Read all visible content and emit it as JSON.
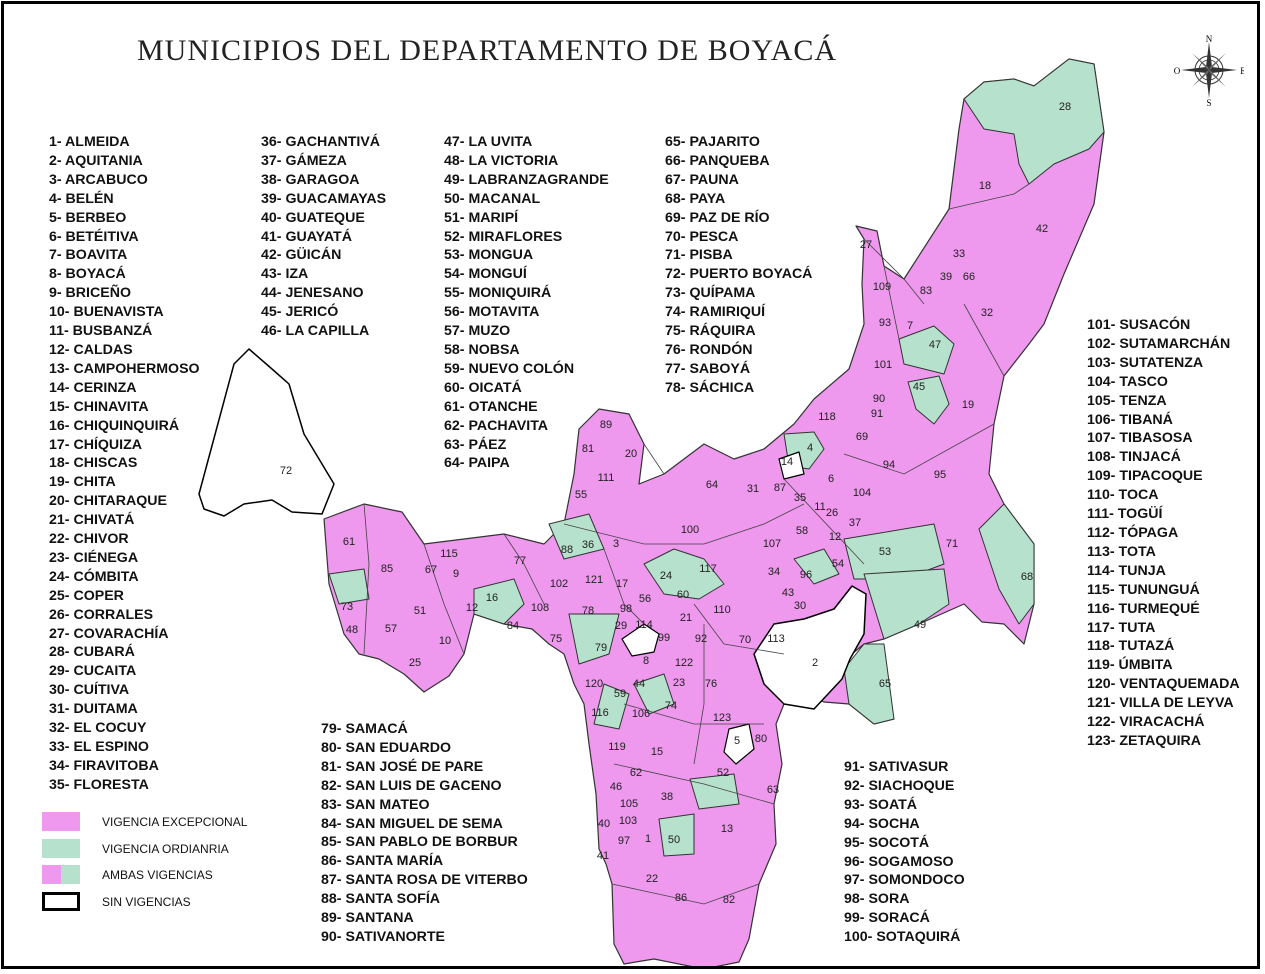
{
  "title": "MUNICIPIOS DEL DEPARTAMENTO DE BOYACÁ",
  "compass": {
    "n": "N",
    "s": "S",
    "e": "E",
    "o": "O"
  },
  "colors": {
    "excepcional": "#ee98ee",
    "ordinaria": "#b6e1cc",
    "sin": "#ffffff",
    "border": "#000000"
  },
  "municipios": {
    "col1": [
      "1- ALMEIDA",
      "2- AQUITANIA",
      "3- ARCABUCO",
      "4- BELÉN",
      "5- BERBEO",
      "6- BETÉITIVA",
      "7- BOAVITA",
      "8- BOYACÁ",
      "9- BRICEÑO",
      "10- BUENAVISTA",
      "11- BUSBANZÁ",
      "12- CALDAS",
      "13- CAMPOHERMOSO",
      "14- CERINZA",
      "15- CHINAVITA",
      "16- CHIQUINQUIRÁ",
      "17- CHÍQUIZA",
      "18- CHISCAS",
      "19- CHITA",
      "20- CHITARAQUE",
      "21- CHIVATÁ",
      "22- CHIVOR",
      "23- CIÉNEGA",
      "24- CÓMBITA",
      "25- COPER",
      "26- CORRALES",
      "27- COVARACHÍA",
      "28- CUBARÁ",
      "29- CUCAITA",
      "30- CUÍTIVA",
      "31- DUITAMA",
      "32- EL COCUY",
      "33- EL ESPINO",
      "34- FIRAVITOBA",
      "35- FLORESTA"
    ],
    "col2": [
      "36- GACHANTIVÁ",
      "37- GÁMEZA",
      "38- GARAGOA",
      "39- GUACAMAYAS",
      "40- GUATEQUE",
      "41- GUAYATÁ",
      "42- GÜICÁN",
      "43- IZA",
      "44- JENESANO",
      "45- JERICÓ",
      "46- LA CAPILLA"
    ],
    "col3": [
      "47- LA UVITA",
      "48- LA VICTORIA",
      "49- LABRANZAGRANDE",
      "50- MACANAL",
      "51- MARIPÍ",
      "52- MIRAFLORES",
      "53- MONGUA",
      "54- MONGUÍ",
      "55- MONIQUIRÁ",
      "56- MOTAVITA",
      "57- MUZO",
      "58- NOBSA",
      "59- NUEVO COLÓN",
      "60- OICATÁ",
      "61- OTANCHE",
      "62- PACHAVITA",
      "63- PÁEZ",
      "64- PAIPA"
    ],
    "col4": [
      "65- PAJARITO",
      "66- PANQUEBA",
      "67- PAUNA",
      "68- PAYA",
      "69- PAZ DE RÍO",
      "70- PESCA",
      "71- PISBA",
      "72- PUERTO BOYACÁ",
      "73- QUÍPAMA",
      "74- RAMIRIQUÍ",
      "75- RÁQUIRA",
      "76- RONDÓN",
      "77- SABOYÁ",
      "78- SÁCHICA"
    ],
    "col5": [
      "79- SAMACÁ",
      "80- SAN EDUARDO",
      "81- SAN JOSÉ DE PARE",
      "82- SAN LUIS DE GACENO",
      "83- SAN MATEO",
      "84- SAN MIGUEL DE SEMA",
      "85- SAN PABLO DE BORBUR",
      "86- SANTA MARÍA",
      "87- SANTA ROSA DE VITERBO",
      "88- SANTA SOFÍA",
      "89- SANTANA",
      "90- SATIVANORTE"
    ],
    "col6": [
      "91- SATIVASUR",
      "92- SIACHOQUE",
      "93- SOATÁ",
      "94- SOCHA",
      "95- SOCOTÁ",
      "96- SOGAMOSO",
      "97- SOMONDOCO",
      "98- SORA",
      "99- SORACÁ",
      "100- SOTAQUIRÁ"
    ],
    "col7": [
      "101- SUSACÓN",
      "102- SUTAMARCHÁN",
      "103- SUTATENZA",
      "104- TASCO",
      "105- TENZA",
      "106- TIBANÁ",
      "107- TIBASOSA",
      "108- TINJACÁ",
      "109- TIPACOQUE",
      "110- TOCA",
      "111- TOGÜÍ",
      "112- TÓPAGA",
      "113- TOTA",
      "114- TUNJA",
      "115- TUNUNGUÁ",
      "116- TURMEQUÉ",
      "117- TUTA",
      "118- TUTAZÁ",
      "119- ÚMBITA",
      "120- VENTAQUEMADA",
      "121- VILLA DE LEYVA",
      "122- VIRACACHÁ",
      "123- ZETAQUIRA"
    ]
  },
  "legend": [
    {
      "label": "VIGENCIA EXCEPCIONAL",
      "type": "excepcional"
    },
    {
      "label": "VIGENCIA ORDIANRIA",
      "type": "ordinaria"
    },
    {
      "label": "AMBAS VIGENCIAS",
      "type": "ambas"
    },
    {
      "label": "SIN VIGENCIAS",
      "type": "sin"
    }
  ],
  "map_labels": {
    "green": [
      "28",
      "27",
      "47",
      "45",
      "4",
      "87",
      "14",
      "96",
      "53",
      "68",
      "65",
      "117",
      "16",
      "88",
      "55",
      "111",
      "61",
      "85",
      "73",
      "121",
      "79",
      "44",
      "23",
      "116",
      "52",
      "50",
      "97",
      "40",
      "46",
      "105",
      "59",
      "1",
      "41"
    ],
    "white": [
      "72",
      "2",
      "113",
      "114",
      "5"
    ],
    "pink": [
      "18",
      "42",
      "33",
      "39",
      "66",
      "83",
      "109",
      "93",
      "7",
      "32",
      "101",
      "90",
      "91",
      "118",
      "69",
      "19",
      "94",
      "95",
      "6",
      "104",
      "35",
      "11",
      "26",
      "58",
      "37",
      "12",
      "107",
      "34",
      "54",
      "43",
      "30",
      "71",
      "49",
      "89",
      "81",
      "20",
      "36",
      "3",
      "102",
      "121",
      "17",
      "78",
      "98",
      "29",
      "56",
      "60",
      "21",
      "24",
      "64",
      "31",
      "100",
      "110",
      "92",
      "99",
      "70",
      "8",
      "122",
      "76",
      "74",
      "106",
      "120",
      "123",
      "119",
      "15",
      "62",
      "38",
      "63",
      "13",
      "103",
      "22",
      "86",
      "82",
      "80",
      "115",
      "9",
      "67",
      "77",
      "108",
      "84",
      "75",
      "51",
      "57",
      "48",
      "10",
      "25"
    ]
  }
}
